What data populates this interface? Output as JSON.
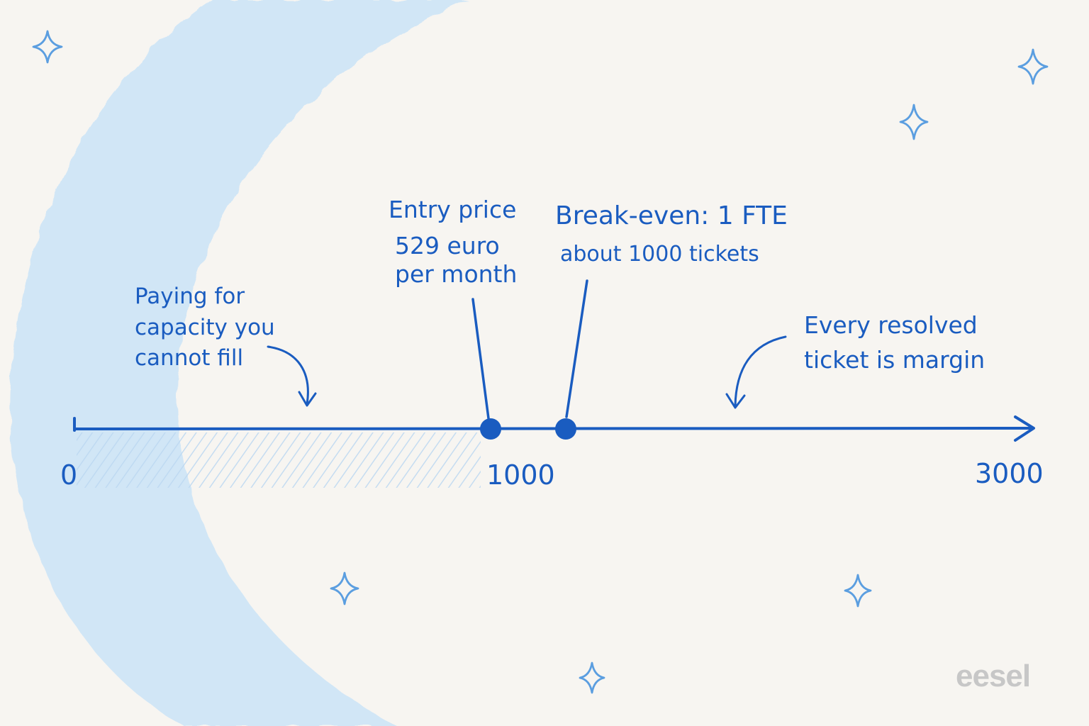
{
  "axis": {
    "start_label": "0",
    "mid_label": "1000",
    "end_label": "3000"
  },
  "annotations": {
    "left_zone": [
      "Paying for",
      "capacity you",
      "cannot fill"
    ],
    "entry_price": [
      "Entry price",
      "529 euro",
      "per month"
    ],
    "break_even_title": "Break-even: 1 FTE",
    "break_even_sub": "about 1000 tickets",
    "right_zone": [
      "Every resolved",
      "ticket is margin"
    ]
  },
  "brand": {
    "logo_text": "eesel"
  },
  "colors": {
    "ink": "#1a5cc0",
    "accent_wash": "#cfe6f7",
    "background": "#f7f5f1",
    "logo_gray": "#c7c7c7"
  },
  "icons": [
    "sparkle-icon"
  ]
}
